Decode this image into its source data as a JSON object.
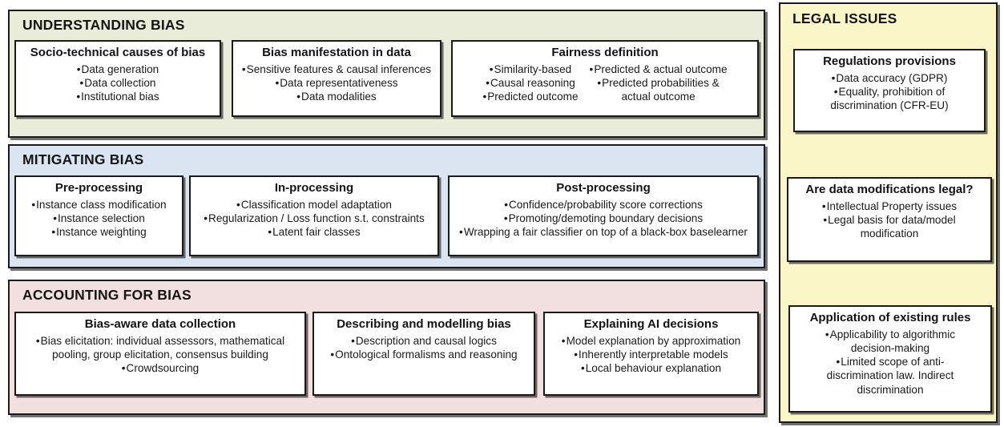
{
  "sections": [
    {
      "id": "understanding",
      "title": "UNDERSTANDING BIAS",
      "color": "#e9ecd9",
      "cards": [
        {
          "title": "Socio-technical causes of bias",
          "bullets": [
            "Data generation",
            "Data collection",
            "Institutional bias"
          ]
        },
        {
          "title": "Bias manifestation in data",
          "bullets": [
            "Sensitive features & causal inferences",
            "Data representativeness",
            "Data modalities"
          ]
        },
        {
          "title": "Fairness definition",
          "columns": [
            [
              "Similarity-based",
              "Causal reasoning",
              "Predicted outcome"
            ],
            [
              "Predicted & actual outcome",
              "Predicted probabilities &",
              "actual outcome"
            ]
          ]
        }
      ]
    },
    {
      "id": "mitigating",
      "title": "MITIGATING BIAS",
      "color": "#dbe5f1",
      "cards": [
        {
          "title": "Pre-processing",
          "bullets": [
            "Instance class modification",
            "Instance selection",
            "Instance weighting"
          ]
        },
        {
          "title": "In-processing",
          "bullets": [
            "Classification model adaptation",
            "Regularization / Loss function s.t. constraints",
            "Latent fair classes"
          ]
        },
        {
          "title": "Post-processing",
          "bullets": [
            "Confidence/probability score corrections",
            "Promoting/demoting boundary decisions",
            "Wrapping a fair classifier on top of a black-box baselearner"
          ]
        }
      ]
    },
    {
      "id": "accounting",
      "title": "ACCOUNTING FOR BIAS",
      "color": "#f2dfdf",
      "cards": [
        {
          "title": "Bias-aware data collection",
          "bullets": [
            "Bias elicitation: individual assessors, mathematical",
            "pooling, group elicitation, consensus building",
            "Crowdsourcing"
          ]
        },
        {
          "title": "Describing and modelling bias",
          "bullets": [
            "Description and causal logics",
            "Ontological formalisms and reasoning"
          ]
        },
        {
          "title": "Explaining AI decisions",
          "bullets": [
            "Model explanation by approximation",
            "Inherently interpretable models",
            "Local behaviour explanation"
          ]
        }
      ]
    }
  ],
  "legal": {
    "title": "LEGAL ISSUES",
    "color": "#fbf6c7",
    "cards": [
      {
        "title": "Regulations provisions",
        "bullets": [
          "Data accuracy (GDPR)",
          "Equality, prohibition of",
          "discrimination (CFR-EU)"
        ]
      },
      {
        "title": "Are data modifications legal?",
        "bullets": [
          "Intellectual Property issues",
          "Legal basis for data/model",
          "modification"
        ]
      },
      {
        "title": "Application of existing rules",
        "bullets": [
          "Applicability to algorithmic",
          "decision-making",
          "Limited scope of anti-",
          "discrimination law. Indirect",
          "discrimination"
        ]
      }
    ]
  }
}
